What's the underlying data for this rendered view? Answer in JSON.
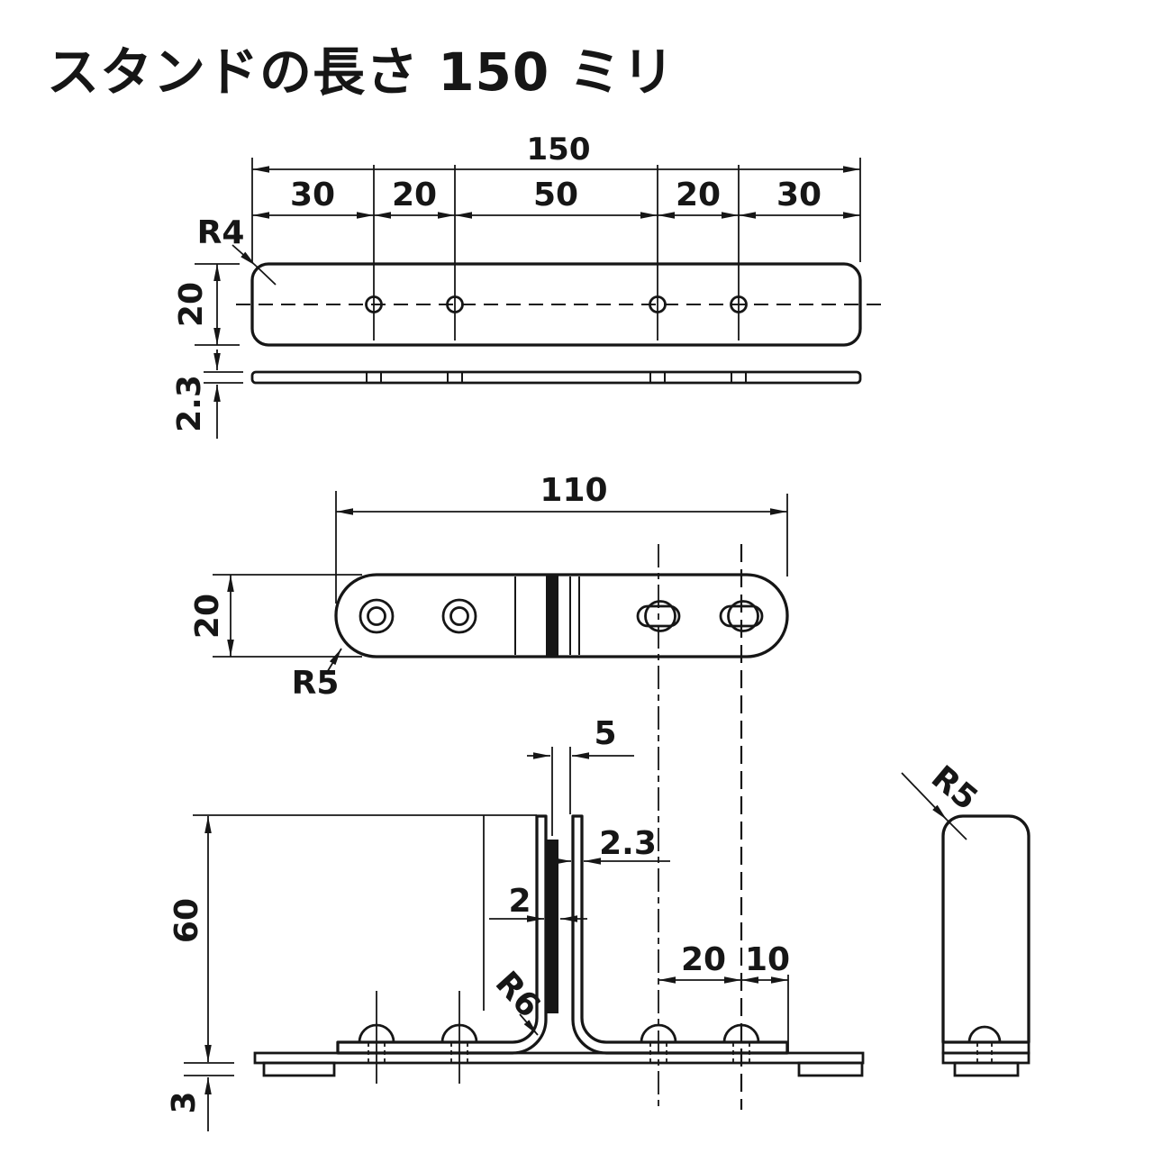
{
  "title": "スタンドの長さ 150 ミリ",
  "colors": {
    "ink": "#161616",
    "background": "#ffffff"
  },
  "top_view": {
    "overall_length": "150",
    "segments": [
      "30",
      "20",
      "50",
      "20",
      "30"
    ],
    "corner_radius": "R4",
    "plate_width": "20",
    "plate_thickness": "2.3"
  },
  "middle_view": {
    "overall_length": "110",
    "plate_width": "20",
    "corner_radius": "R5"
  },
  "front_view": {
    "slot_width": "5",
    "arm_thickness": "2.3",
    "rubber_thickness": "2",
    "bend_radius": "R6",
    "height": "60",
    "hole_pitch": "20",
    "hole_end_offset": "10",
    "foot_thickness": "3"
  },
  "side_view": {
    "corner_radius": "R5"
  }
}
